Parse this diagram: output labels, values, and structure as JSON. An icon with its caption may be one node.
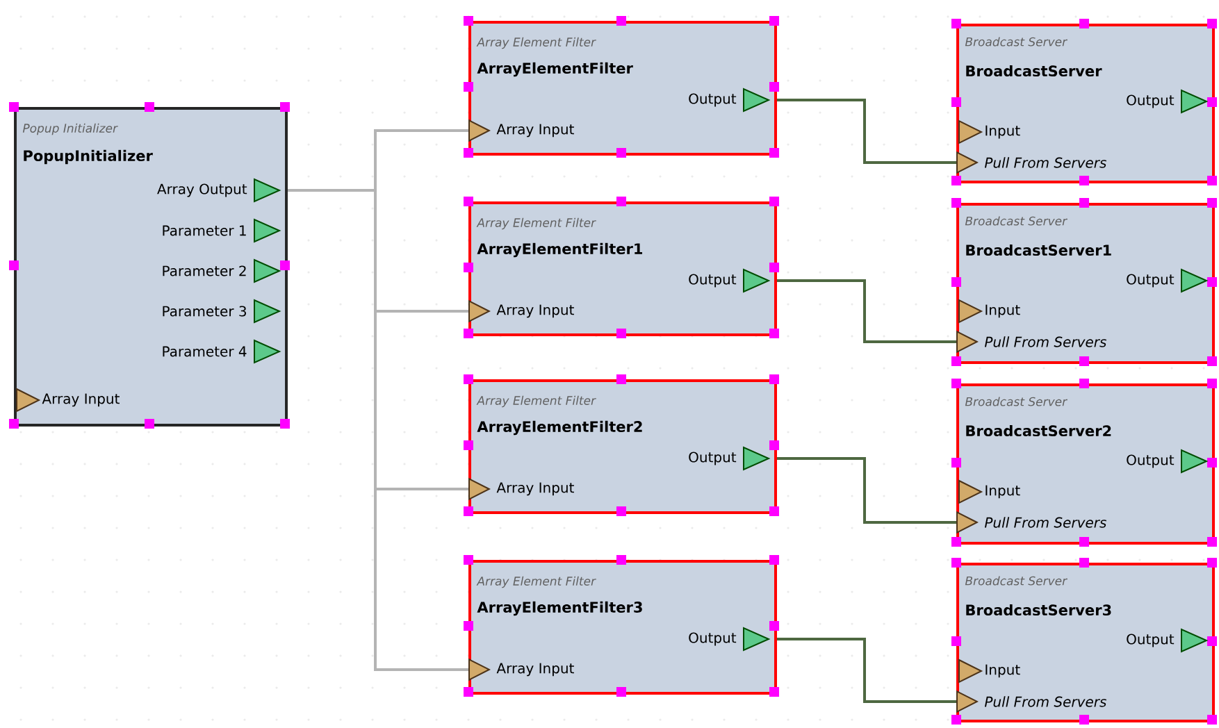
{
  "diagram": {
    "nodes": [
      {
        "text": [
          "Popup Initializer",
          "PopupInitializer",
          "Array Output",
          "Parameter 1",
          "Parameter 2",
          "Parameter 3",
          "Parameter 4",
          "Array Input"
        ]
      },
      {
        "text": [
          "Array Element Filter",
          "ArrayElementFilter",
          "Output",
          "Array Input"
        ]
      },
      {
        "text": [
          "Array Element Filter",
          "ArrayElementFilter1",
          "Output",
          "Array Input"
        ]
      },
      {
        "text": [
          "Array Element Filter",
          "ArrayElementFilter2",
          "Output",
          "Array Input"
        ]
      },
      {
        "text": [
          "Array Element Filter",
          "ArrayElementFilter3",
          "Output",
          "Array Input"
        ]
      },
      {
        "text": [
          "Broadcast Server",
          "BroadcastServer",
          "Output",
          "Input",
          "Pull From Servers"
        ]
      },
      {
        "text": [
          "Broadcast Server",
          "BroadcastServer1",
          "Output",
          "Input",
          "Pull From Servers"
        ]
      },
      {
        "text": [
          "Broadcast Server",
          "BroadcastServer2",
          "Output",
          "Input",
          "Pull From Servers"
        ]
      },
      {
        "text": [
          "Broadcast Server",
          "BroadcastServer3",
          "Output",
          "Input",
          "Pull From Servers"
        ]
      }
    ],
    "edges": [
      {
        "from": 0,
        "to": 1,
        "arrow": "to",
        "color": "#b4b4b4"
      },
      {
        "from": 0,
        "to": 2,
        "arrow": "to",
        "color": "#b4b4b4"
      },
      {
        "from": 0,
        "to": 3,
        "arrow": "to",
        "color": "#b4b4b4"
      },
      {
        "from": 0,
        "to": 4,
        "arrow": "to",
        "color": "#b4b4b4"
      },
      {
        "from": 1,
        "to": 5,
        "arrow": "to",
        "color": "#4e6841"
      },
      {
        "from": 2,
        "to": 6,
        "arrow": "to",
        "color": "#4e6841"
      },
      {
        "from": 3,
        "to": 7,
        "arrow": "to",
        "color": "#4e6841"
      },
      {
        "from": 4,
        "to": 8,
        "arrow": "to",
        "color": "#4e6841"
      }
    ]
  }
}
